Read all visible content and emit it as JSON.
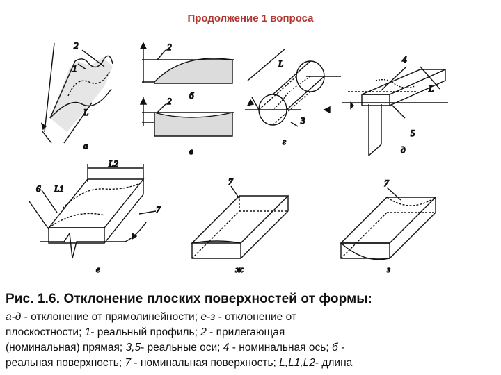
{
  "header": {
    "title": "Продолжение 1 вопроса"
  },
  "figure": {
    "panel_a": {
      "letter": "а",
      "labels": [
        "1",
        "2",
        "L"
      ]
    },
    "panel_b": {
      "letter": "б",
      "labels": [
        "2"
      ]
    },
    "panel_v": {
      "letter": "в",
      "labels": [
        "2"
      ]
    },
    "panel_g": {
      "letter": "г",
      "labels": [
        "L",
        "3"
      ]
    },
    "panel_d": {
      "letter": "д",
      "labels": [
        "4",
        "5",
        "L"
      ]
    },
    "panel_e": {
      "letter": "е",
      "labels": [
        "6",
        "7",
        "L1",
        "L2"
      ]
    },
    "panel_zh": {
      "letter": "ж",
      "labels": [
        "7"
      ]
    },
    "panel_z": {
      "letter": "з",
      "labels": [
        "7"
      ]
    }
  },
  "caption": {
    "title": "Рис. 1.6. Отклонение плоских поверхностей от формы:",
    "lines": [
      {
        "parts": [
          {
            "t": "а-д",
            "em": true
          },
          {
            "t": " - отклонение от прямолинейности; ",
            "em": false
          },
          {
            "t": "е-з",
            "em": true
          },
          {
            "t": " - отклонение от",
            "em": false
          }
        ]
      },
      {
        "parts": [
          {
            "t": "плоскостности; ",
            "em": false
          },
          {
            "t": "1",
            "em": true
          },
          {
            "t": "- реальный профиль; ",
            "em": false
          },
          {
            "t": "2",
            "em": true
          },
          {
            "t": " - прилегающая",
            "em": false
          }
        ]
      },
      {
        "parts": [
          {
            "t": "(номинальная) прямая; ",
            "em": false
          },
          {
            "t": "3,5",
            "em": true
          },
          {
            "t": "- реальные оси; ",
            "em": false
          },
          {
            "t": "4",
            "em": true
          },
          {
            "t": " - номинальная ось; ",
            "em": false
          },
          {
            "t": "б -",
            "em": true
          }
        ]
      },
      {
        "parts": [
          {
            "t": "реальная поверхность; ",
            "em": false
          },
          {
            "t": "7",
            "em": true
          },
          {
            "t": " - номинальная поверхность; ",
            "em": false
          },
          {
            "t": "L,L1,L2",
            "em": true
          },
          {
            "t": "- длина",
            "em": false
          }
        ]
      }
    ]
  }
}
